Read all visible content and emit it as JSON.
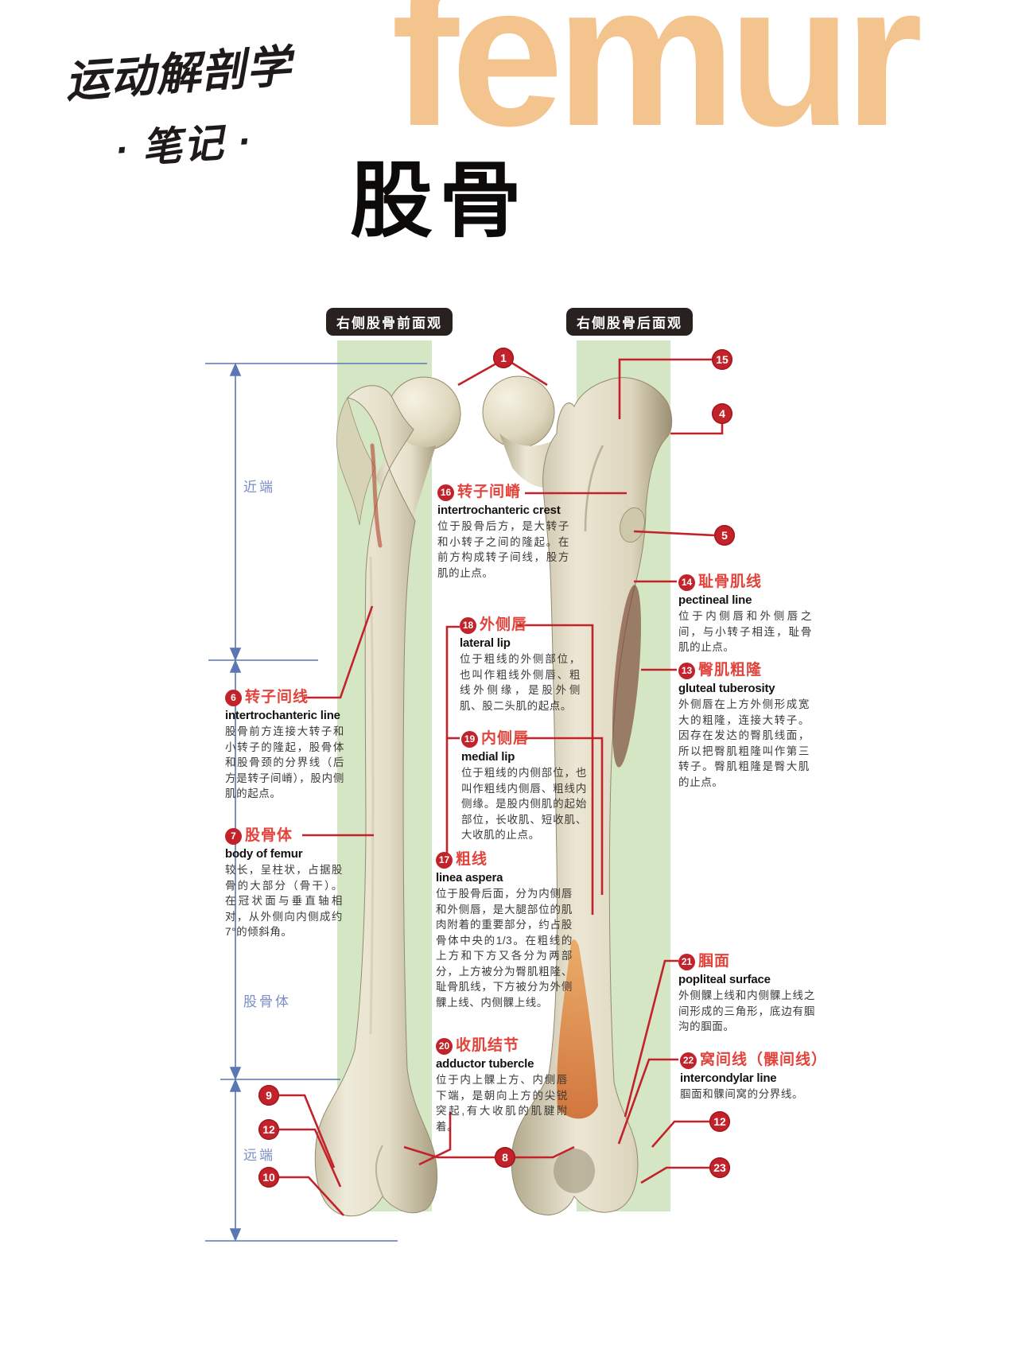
{
  "header": {
    "brand_line1": "运动解剖学",
    "brand_line2": "· 笔记 ·",
    "watermark": "femur",
    "title": "股骨"
  },
  "views": {
    "anterior": "右侧股骨前面观",
    "posterior": "右侧股骨后面观"
  },
  "dimension_labels": {
    "proximal": "近端",
    "shaft": "股骨体",
    "distal": "远端"
  },
  "point_markers": [
    {
      "label": "1"
    },
    {
      "label": "15"
    },
    {
      "label": "4"
    },
    {
      "label": "5"
    },
    {
      "label": "9"
    },
    {
      "label": "12"
    },
    {
      "label": "10"
    },
    {
      "label": "8"
    },
    {
      "label": "12"
    },
    {
      "label": "23"
    }
  ],
  "annotations": [
    {
      "num": "16",
      "title": "转子间嵴",
      "en": "intertrochanteric crest",
      "desc": "位于股骨后方，是大转子和小转子之间的隆起。在前方构成转子间线，股方肌的止点。"
    },
    {
      "num": "18",
      "title": "外侧唇",
      "en": "lateral lip",
      "desc": "位于粗线的外侧部位，也叫作粗线外侧唇、粗线外侧缘，是股外侧肌、股二头肌的起点。"
    },
    {
      "num": "19",
      "title": "内侧唇",
      "en": "medial lip",
      "desc": "位于粗线的内侧部位，也叫作粗线内侧唇、粗线内侧缘。是股内侧肌的起始部位，长收肌、短收肌、大收肌的止点。"
    },
    {
      "num": "17",
      "title": "粗线",
      "en": "linea aspera",
      "desc": "位于股骨后面，分为内侧唇和外侧唇，是大腿部位的肌肉附着的重要部分，约占股骨体中央的1/3。在粗线的上方和下方又各分为两部分，上方被分为臀肌粗隆、耻骨肌线，下方被分为外侧髁上线、内侧髁上线。"
    },
    {
      "num": "20",
      "title": "收肌结节",
      "en": "adductor tubercle",
      "desc": "位于内上髁上方、内侧唇下端，是朝向上方的尖锐突起,有大收肌的肌腱附着。"
    },
    {
      "num": "6",
      "title": "转子间线",
      "en": "intertrochanteric line",
      "desc": "股骨前方连接大转子和小转子的隆起，股骨体和股骨颈的分界线（后方是转子间嵴），股内侧肌的起点。"
    },
    {
      "num": "7",
      "title": "股骨体",
      "en": "body of femur",
      "desc": "较长，呈柱状，占据股骨的大部分（骨干）。在冠状面与垂直轴相对，从外侧向内侧成约7°的倾斜角。"
    },
    {
      "num": "14",
      "title": "耻骨肌线",
      "en": "pectineal line",
      "desc": "位于内侧唇和外侧唇之间，与小转子相连，耻骨肌的止点。"
    },
    {
      "num": "13",
      "title": "臀肌粗隆",
      "en": "gluteal tuberosity",
      "desc": "外侧唇在上方外侧形成宽大的粗隆，连接大转子。因存在发达的臀肌线面，所以把臀肌粗隆叫作第三转子。臀肌粗隆是臀大肌的止点。"
    },
    {
      "num": "21",
      "title": "腘面",
      "en": "popliteal surface",
      "desc": "外侧髁上线和内侧髁上线之间形成的三角形，底边有腘沟的腘面。"
    },
    {
      "num": "22",
      "title": "窝间线（髁间线）",
      "en": "intercondylar line",
      "desc": "腘面和髁间窝的分界线。"
    }
  ],
  "colors": {
    "accent_red": "#c2222a",
    "title_red": "#e2443c",
    "band_green": "#d5e6c4",
    "dim_blue": "#5b76b4",
    "dim_label_blue": "#7b8cc4",
    "peach": "#f4c48f"
  }
}
